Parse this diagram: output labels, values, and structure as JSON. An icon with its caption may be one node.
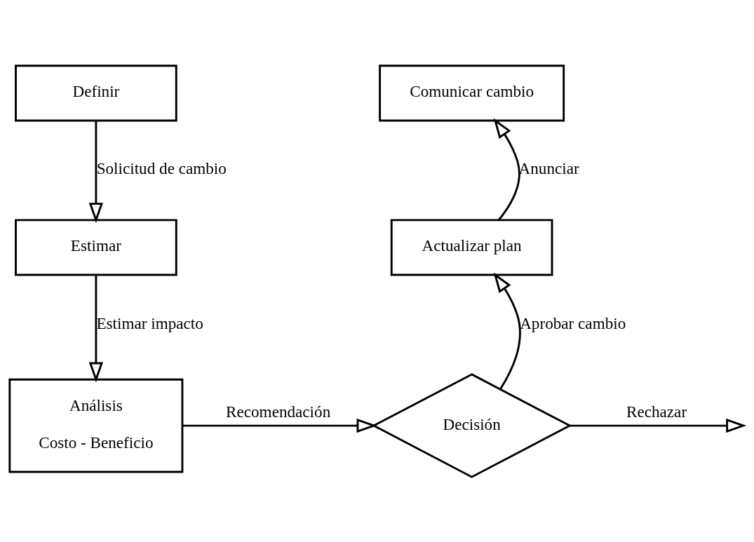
{
  "diagram": {
    "nodes": [
      {
        "text": [
          "Definir"
        ]
      },
      {
        "text": [
          "Estimar"
        ]
      },
      {
        "text": [
          "Análisis",
          "Costo - Beneficio"
        ]
      },
      {
        "text": [
          "Decisión"
        ]
      },
      {
        "text": [
          "Actualizar plan"
        ]
      },
      {
        "text": [
          "Comunicar cambio"
        ]
      }
    ],
    "edges": [
      {
        "from": 0,
        "to": 1,
        "arrow": "to",
        "label": "Solicitud de cambio"
      },
      {
        "from": 1,
        "to": 2,
        "arrow": "to",
        "label": "Estimar impacto"
      },
      {
        "from": 2,
        "to": 3,
        "arrow": "to",
        "label": "Recomendación"
      },
      {
        "from": 3,
        "to": 4,
        "arrow": "to",
        "label": "Aprobar cambio"
      },
      {
        "from": 4,
        "to": 5,
        "arrow": "to",
        "label": "Anunciar"
      },
      {
        "from": 3,
        "to": null,
        "arrow": "to",
        "label": "Rechazar"
      }
    ]
  }
}
